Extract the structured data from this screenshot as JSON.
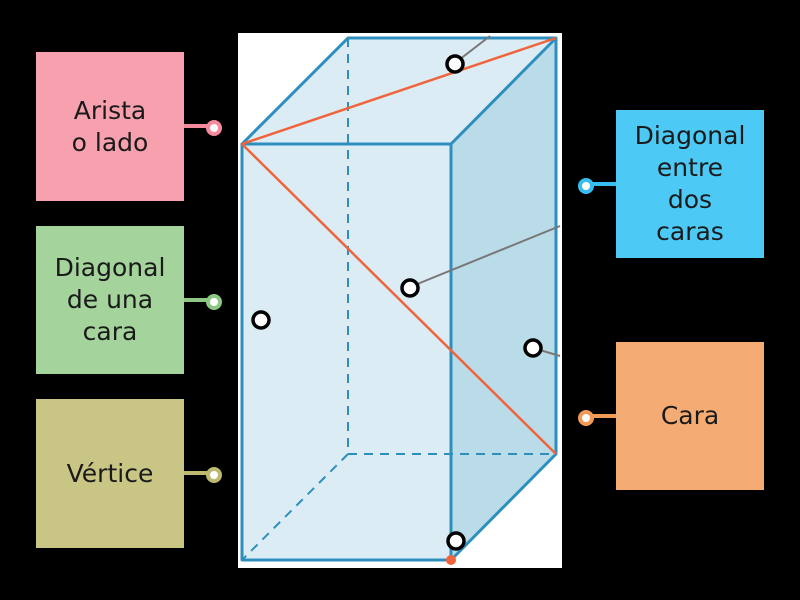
{
  "labels": [
    {
      "id": "arista",
      "text": "Arista\no lado",
      "color": "#f7a0ae",
      "pin_color": "#f48a9b"
    },
    {
      "id": "diag-cara",
      "text": "Diagonal\nde una\ncara",
      "color": "#a4d49c",
      "pin_color": "#8cc883"
    },
    {
      "id": "vertice",
      "text": "Vértice",
      "color": "#c8c585",
      "pin_color": "#bdb96f"
    },
    {
      "id": "diag-caras",
      "text": "Diagonal\nentre\ndos\ncaras",
      "color": "#4dc9f6",
      "pin_color": "#38bdf0"
    },
    {
      "id": "cara",
      "text": "Cara",
      "color": "#f5ac74",
      "pin_color": "#f29a58"
    }
  ],
  "colors": {
    "prism_stroke": "#2e8fbf",
    "prism_fill": "#dcecf5",
    "prism_side_fill": "#b9dce8",
    "diagonal": "#f0643c",
    "leader": "#777777",
    "background": "#000000"
  }
}
